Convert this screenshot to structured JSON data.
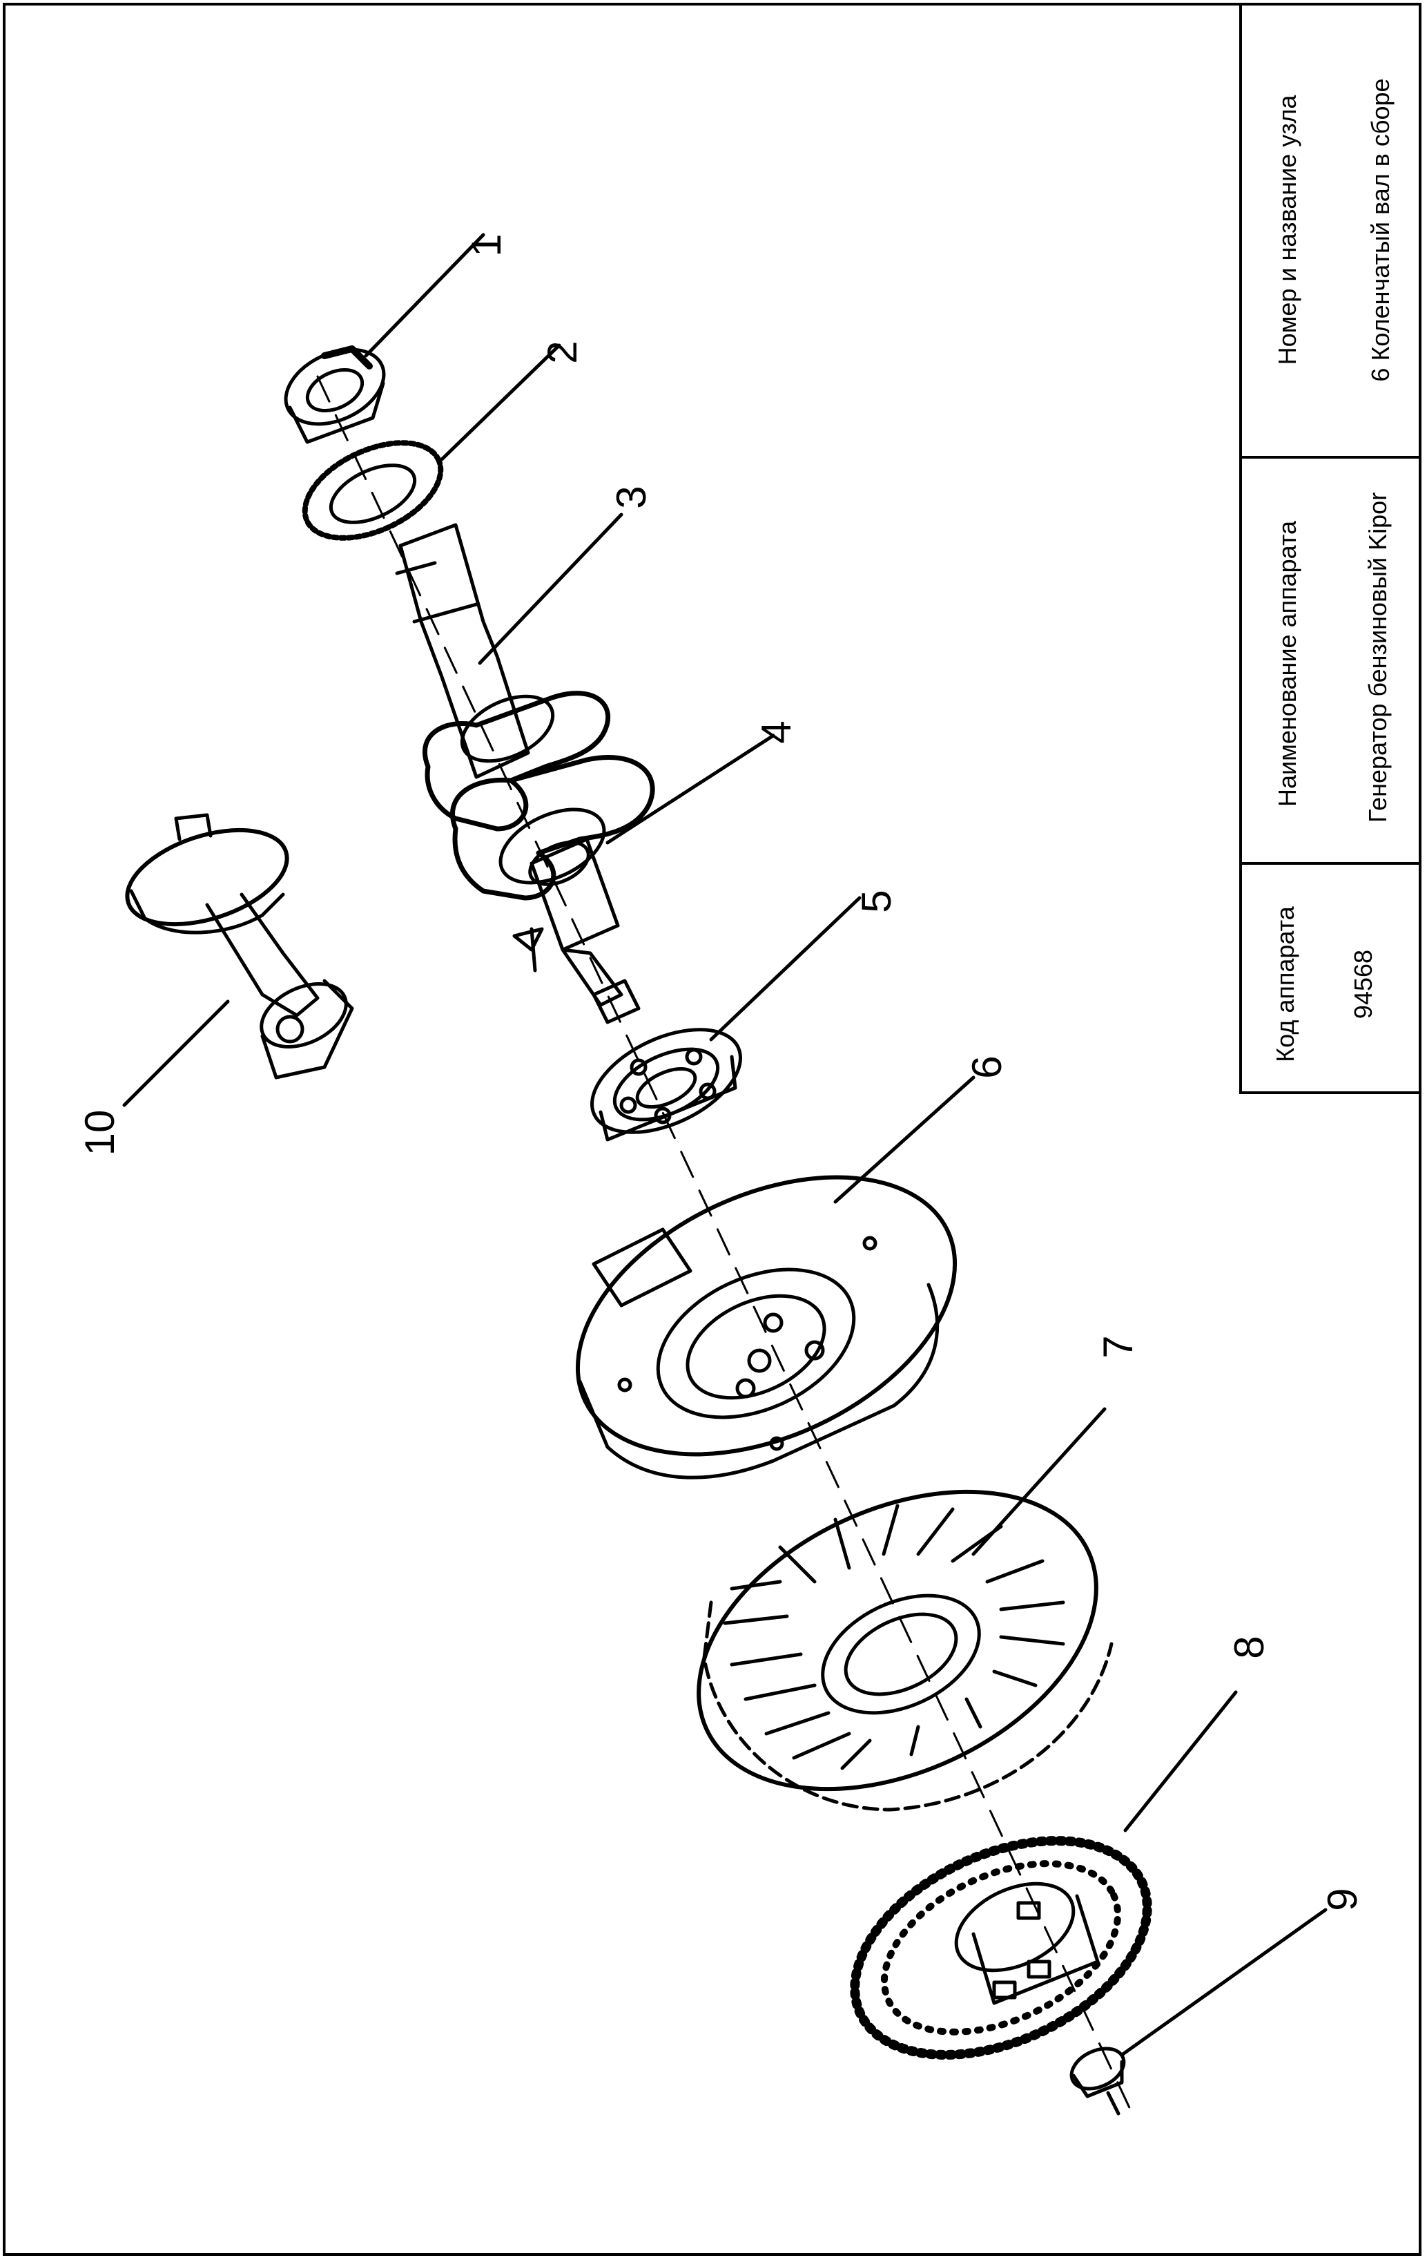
{
  "title_block": {
    "col1_header": "Код аппарата",
    "col1_value": "94568",
    "col2_header": "Наименование аппарата",
    "col2_value": "Генератор бензиновый Kipor",
    "col3_header": "Номер и название узла",
    "col3_value": "6 Коленчатый вал в сборе"
  },
  "callouts": [
    "1",
    "2",
    "3",
    "4",
    "5",
    "6",
    "7",
    "8",
    "9",
    "10"
  ]
}
